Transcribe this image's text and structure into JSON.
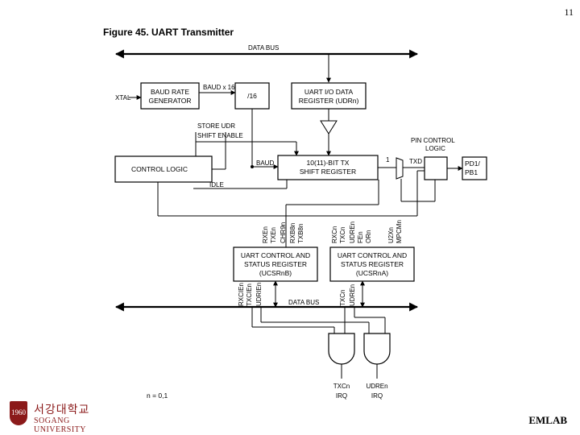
{
  "page_number": "11",
  "figure_title": "Figure 45.  UART Transmitter",
  "bus_top_label": "DATA BUS",
  "bus_bottom_label": "DATA BUS",
  "blocks": {
    "baud_rate_generator": [
      "BAUD RATE",
      "GENERATOR"
    ],
    "divider": "/16",
    "data_register": [
      "UART I/O DATA",
      "REGISTER (UDRn)"
    ],
    "control_logic": "CONTROL LOGIC",
    "shift_register": [
      "10(11)-BIT TX",
      "SHIFT REGISTER"
    ],
    "pin_control": [
      "PIN CONTROL",
      "LOGIC"
    ],
    "port_pin": [
      "PD1/",
      "PB1"
    ],
    "ucsrb": [
      "UART CONTROL AND",
      "STATUS REGISTER",
      "(UCSRnB)"
    ],
    "ucsra": [
      "UART CONTROL AND",
      "STATUS REGISTER",
      "(UCSRnA)"
    ]
  },
  "signals": {
    "xtal": "XTAL",
    "baud_x16": "BAUD x 16",
    "store_udr": "STORE UDR",
    "shift_enable": "SHIFT ENABLE",
    "baud": "BAUD",
    "idle": "IDLE",
    "txd": "TXD",
    "one": "1",
    "ucsrb_top_bits": [
      "RXEn",
      "TXEn",
      "CHR9n",
      "RXB8n",
      "TXB8n"
    ],
    "ucsra_top_bits": [
      "RXCn",
      "TXCn",
      "UDREn",
      "FEn",
      "ORn",
      "U2Xn",
      "MPCMn"
    ],
    "ucsrb_bottom_bits": [
      "RXCIEn",
      "TXCIEn",
      "UDRIEn"
    ],
    "ucsra_bottom_bits": [
      "TXCn",
      "UDREn"
    ]
  },
  "outputs": {
    "txc_irq": [
      "TXCn",
      "IRQ"
    ],
    "udre_irq": [
      "UDREn",
      "IRQ"
    ]
  },
  "note": "n = 0,1",
  "logo": {
    "crest_text": "1960",
    "korean_name": "서강대학교",
    "english_name": "SOGANG UNIVERSITY"
  },
  "footer_label": "EMLAB"
}
